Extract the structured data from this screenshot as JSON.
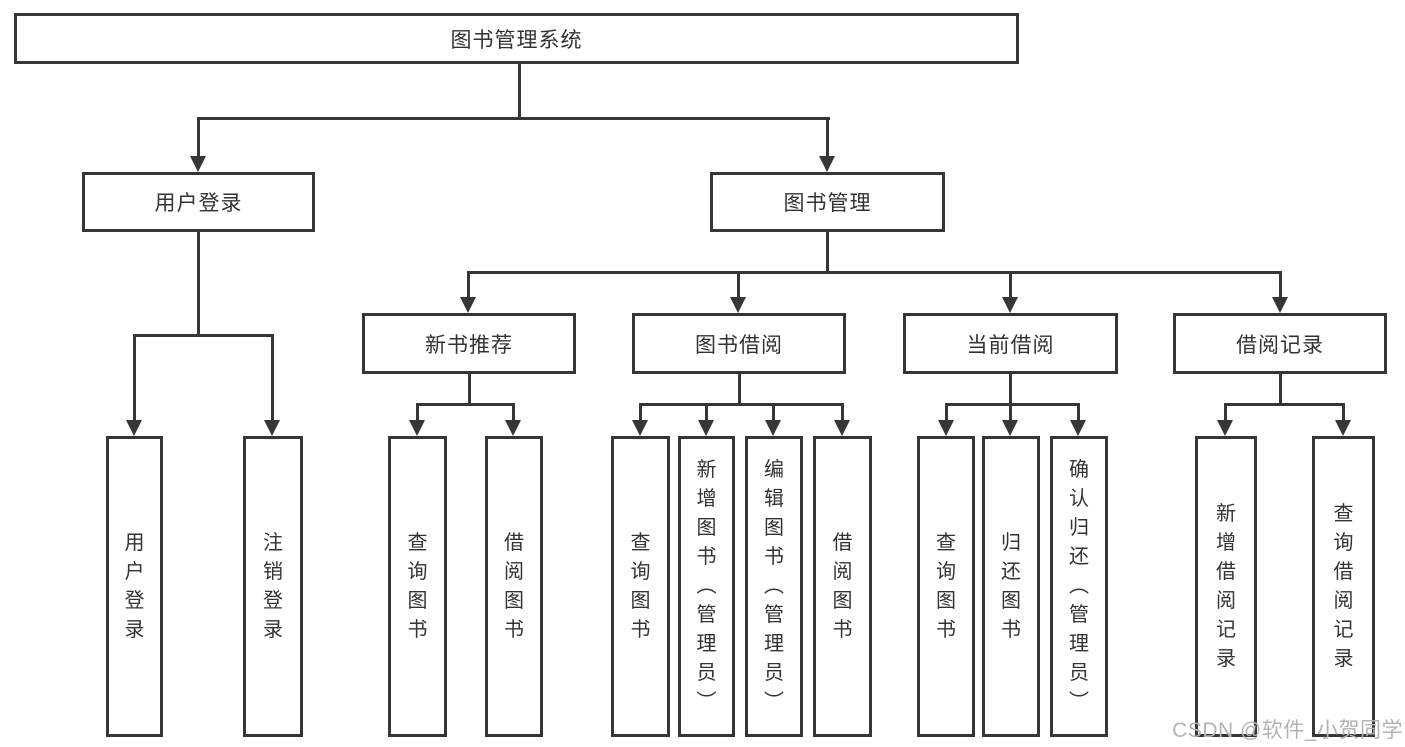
{
  "diagram": {
    "title_node": {
      "label": "图书管理系统"
    },
    "level2": [
      {
        "id": "user-login",
        "label": "用户登录"
      },
      {
        "id": "book-mgmt",
        "label": "图书管理"
      }
    ],
    "level3": [
      {
        "id": "new-book-recommend",
        "label": "新书推荐"
      },
      {
        "id": "book-borrow",
        "label": "图书借阅"
      },
      {
        "id": "current-borrow",
        "label": "当前借阅"
      },
      {
        "id": "borrow-record",
        "label": "借阅记录"
      }
    ],
    "leaves": [
      {
        "group": "user-login",
        "label": "用户登录"
      },
      {
        "group": "user-login",
        "label": "注销登录"
      },
      {
        "group": "new-book-recommend",
        "label": "查询图书"
      },
      {
        "group": "new-book-recommend",
        "label": "借阅图书"
      },
      {
        "group": "book-borrow",
        "label": "查询图书"
      },
      {
        "group": "book-borrow",
        "label": "新增图书（管理员）"
      },
      {
        "group": "book-borrow",
        "label": "编辑图书（管理员）"
      },
      {
        "group": "book-borrow",
        "label": "借阅图书"
      },
      {
        "group": "current-borrow",
        "label": "查询图书"
      },
      {
        "group": "current-borrow",
        "label": "归还图书"
      },
      {
        "group": "current-borrow",
        "label": "确认归还（管理员）"
      },
      {
        "group": "borrow-record",
        "label": "新增借阅记录"
      },
      {
        "group": "borrow-record",
        "label": "查询借阅记录"
      }
    ]
  },
  "watermark": {
    "text": "CSDN @软件_小贺同学"
  },
  "colors": {
    "line": "#363636",
    "text": "#333333",
    "watermark": "#b3b3b3",
    "background": "#ffffff"
  }
}
